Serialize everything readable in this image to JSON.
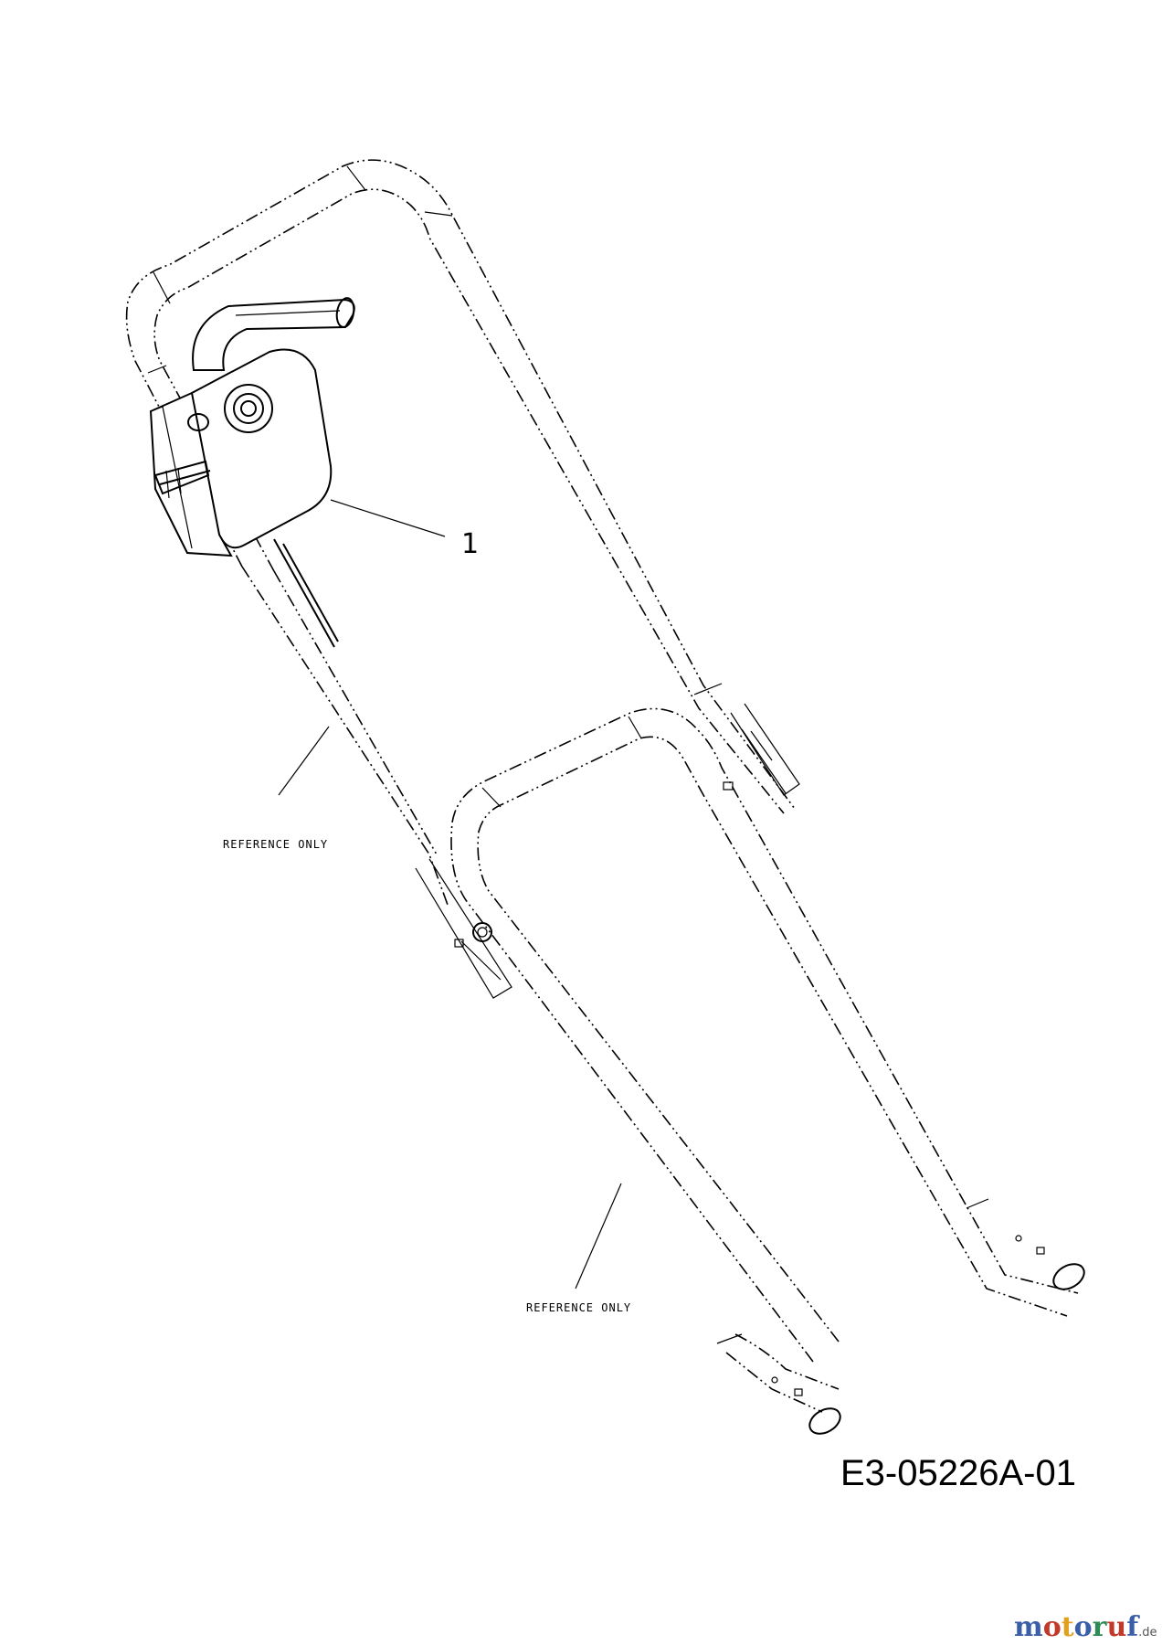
{
  "callout": {
    "number": "1"
  },
  "reference_labels": [
    "REFERENCE ONLY",
    "REFERENCE ONLY"
  ],
  "diagram_code": "E3-05226A-01",
  "watermark": {
    "letters": [
      "m",
      "o",
      "t",
      "o",
      "r",
      "u",
      "f"
    ],
    "colors": [
      "#3b5ea8",
      "#c0392b",
      "#e0a020",
      "#3b5ea8",
      "#2e8b57",
      "#c0392b",
      "#3b5ea8"
    ],
    "tld": ".de"
  }
}
